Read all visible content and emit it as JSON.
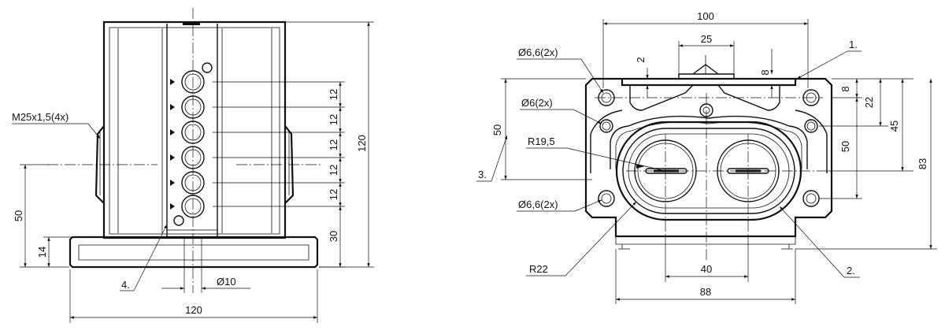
{
  "left_view": {
    "dims": {
      "thread": "M25x1,5(4x)",
      "pitch": "12",
      "height_total": "120",
      "height_axis": "50",
      "base_thickness": "14",
      "lower_offset": "30",
      "hole_dia": "Ø10",
      "width": "120"
    },
    "callout": "4."
  },
  "right_view": {
    "dims": {
      "width_top": "100",
      "inner_width": "25",
      "small_2": "2",
      "small_8_top": "8",
      "hole_a": "Ø6,6(2x)",
      "hole_b": "Ø6(2x)",
      "hole_c": "Ø6,6(2x)",
      "radius_small": "R19,5",
      "radius_large": "R22",
      "height_left": "50",
      "right_8": "8",
      "right_22": "22",
      "right_45": "45",
      "right_50": "50",
      "right_83": "83",
      "hole_spacing": "40",
      "base_width": "88"
    },
    "callouts": {
      "c1": "1.",
      "c2": "2.",
      "c3": "3."
    }
  }
}
